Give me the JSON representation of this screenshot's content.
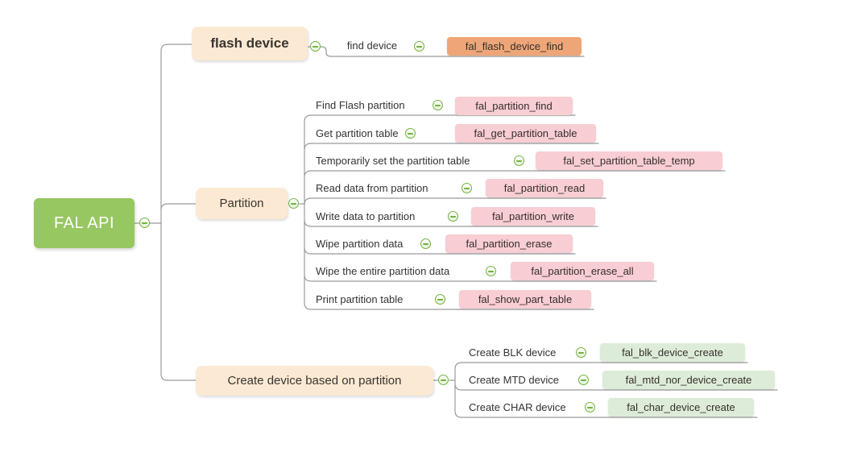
{
  "root": {
    "label": "FAL API"
  },
  "branches": [
    {
      "label": "flash device",
      "children": [
        {
          "label": "find device",
          "api": "fal_flash_device_find"
        }
      ]
    },
    {
      "label": "Partition",
      "children": [
        {
          "label": "Find Flash partition",
          "api": "fal_partition_find"
        },
        {
          "label": "Get partition table",
          "api": "fal_get_partition_table"
        },
        {
          "label": "Temporarily set the partition table",
          "api": "fal_set_partition_table_temp"
        },
        {
          "label": "Read data from partition",
          "api": "fal_partition_read"
        },
        {
          "label": "Write data to partition",
          "api": "fal_partition_write"
        },
        {
          "label": "Wipe partition data",
          "api": "fal_partition_erase"
        },
        {
          "label": "Wipe the entire partition data",
          "api": "fal_partition_erase_all"
        },
        {
          "label": "Print partition table",
          "api": "fal_show_part_table"
        }
      ]
    },
    {
      "label": "Create device based on partition",
      "children": [
        {
          "label": "Create BLK device",
          "api": "fal_blk_device_create"
        },
        {
          "label": "Create MTD device",
          "api": "fal_mtd_nor_device_create"
        },
        {
          "label": "Create CHAR device",
          "api": "fal_char_device_create"
        }
      ]
    }
  ],
  "colors": {
    "root_green": "#96C761",
    "branch_cream": "#FBE9D3",
    "api_orange": "#EEA678",
    "api_pink": "#F8CDD4",
    "api_green": "#DDECD9",
    "collapse_green": "#72B23F",
    "wire_gray": "#9B9B9B"
  }
}
